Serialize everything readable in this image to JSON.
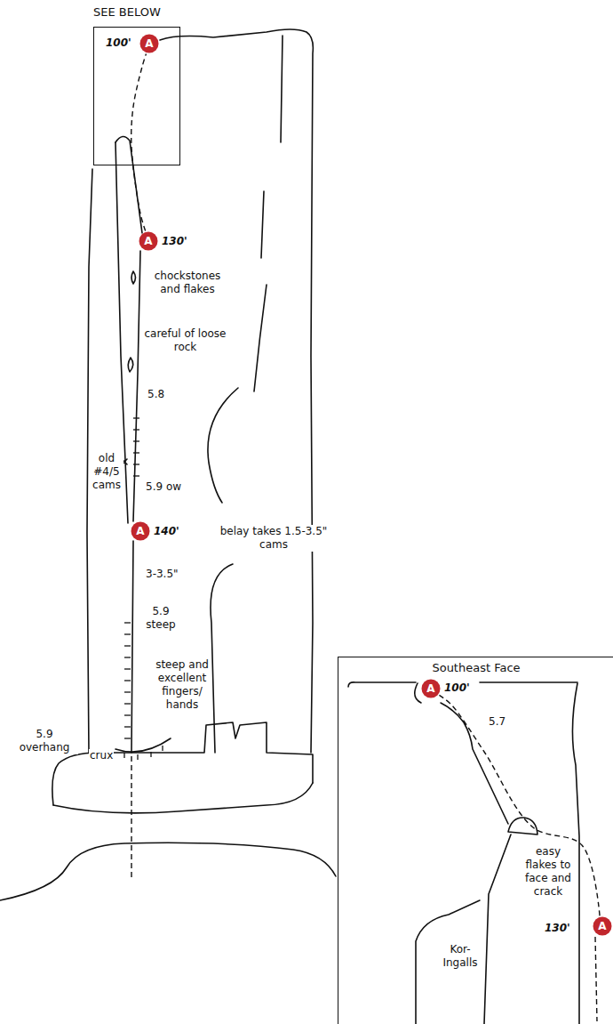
{
  "diagram": {
    "nodes": [
      {
        "text": [
          "SEE BELOW"
        ]
      },
      {
        "text": [
          "A"
        ],
        "in": 0
      },
      {
        "text": [
          "A"
        ]
      },
      {
        "text": [
          "A"
        ]
      },
      {
        "text": [
          "Southeast Face"
        ]
      },
      {
        "text": [
          "A"
        ],
        "in": 4
      },
      {
        "text": [
          "A"
        ],
        "in": 4
      }
    ],
    "edges": [
      {
        "from": 2,
        "to": 1,
        "arrow": "none"
      },
      {
        "from": 6,
        "to": 5,
        "arrow": "none"
      }
    ],
    "labels": [
      "100'",
      "130'",
      "chockstones and flakes",
      "careful of loose rock",
      "5.8",
      "old #4/5 cams",
      "5.9 ow",
      "140'",
      "belay takes 1.5-3.5\" cams",
      "3-3.5\"",
      "5.9 steep",
      "steep and excellent fingers/ hands",
      "5.9 overhang",
      "crux",
      "100'",
      "5.7",
      "easy flakes to face and crack",
      "130'",
      "Kor- Ingalls"
    ]
  }
}
